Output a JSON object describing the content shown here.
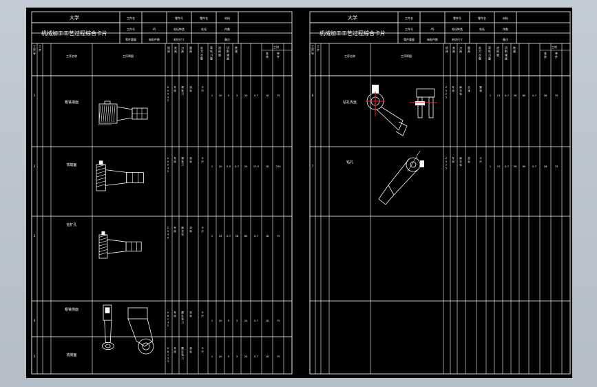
{
  "app": {
    "name": "AutoCAD drawing viewer",
    "background_color": "#b9c2cc",
    "canvas_color": "#000000",
    "line_color": "#ffffff",
    "red_mark_color": "#ff2020"
  },
  "left_sheet": {
    "header": {
      "university": "大学",
      "title": "机械加工工艺过程综合卡片",
      "cells_row1": [
        "工件名",
        "零件号",
        "零件名",
        "材料"
      ],
      "cells_row2": [
        "工件号",
        "45",
        "毛坯种类",
        "毛坯",
        "件数"
      ],
      "cells_row3": [
        "零件重量",
        "每批件数",
        "毛坯尺寸",
        "备注"
      ]
    },
    "columns": [
      "工序号",
      "工步",
      "工序名称",
      "工序简图",
      "机床",
      "夹具",
      "刀具",
      "量具",
      "走刀次数",
      "背吃刀量",
      "进给量",
      "切削速度",
      "转速",
      "工时",
      "准终",
      "单件"
    ],
    "rows": [
      {
        "no": "1",
        "name": "粗铣端面",
        "tools": [
          "X5032",
          "专用",
          "端铣刀",
          "游标",
          "卡尺"
        ],
        "params": [
          "1",
          "10",
          "5",
          "3",
          "20",
          "0.7",
          "18",
          "75"
        ]
      },
      {
        "no": "2",
        "name": "铣端面",
        "tools": [
          "X5032",
          "专用",
          "端铣刀",
          "游标",
          "卡尺"
        ],
        "params": [
          "1",
          "10",
          "0.5",
          "0.7",
          "20",
          "13.5",
          "18",
          "250"
        ]
      },
      {
        "no": "3",
        "name": "钻扩孔",
        "tools": [
          "Z535",
          "专用",
          "麻花钻",
          "游标",
          "卡尺"
        ],
        "params": [
          "1",
          "15",
          "0.7",
          "28",
          "80",
          "0.7",
          "18",
          "75"
        ]
      },
      {
        "no": "4",
        "name": "粗铣侧面",
        "tools": [
          "X6132",
          "专用",
          "圆柱铣刀",
          "游标",
          "卡尺"
        ],
        "params": [
          "1",
          "10",
          "5",
          "3",
          "20",
          "0.7",
          "18",
          "75"
        ]
      },
      {
        "no": "5",
        "name": "铣侧面",
        "tools": [
          "X6132",
          "专用",
          "圆柱铣刀",
          "游标",
          "卡尺"
        ],
        "params": [
          "1",
          "10",
          "5",
          "3",
          "20",
          "0.7",
          "18",
          "75"
        ]
      }
    ]
  },
  "right_sheet": {
    "header": {
      "university": "大学",
      "title": "机械加工工艺过程综合卡片",
      "cells_row1": [
        "工件名",
        "零件号",
        "零件名",
        "材料"
      ],
      "cells_row2": [
        "工件号",
        "45",
        "毛坯种类",
        "毛坯",
        "件数"
      ],
      "cells_row3": [
        "零件重量",
        "每批件数",
        "毛坯尺寸",
        "备注"
      ]
    },
    "rows": [
      {
        "no": "6",
        "name": "钻孔攻丝",
        "tools": [
          "Z525",
          "专用",
          "麻花钻",
          "丝锥",
          "塞规"
        ],
        "params": [
          "1",
          "15",
          "0.7",
          "28",
          "80",
          "0.7",
          "18",
          "75"
        ]
      },
      {
        "no": "7",
        "name": "钻孔",
        "tools": [
          "Z525",
          "专用",
          "麻花钻",
          "游标",
          "卡尺"
        ],
        "params": [
          "1",
          "15",
          "0.7",
          "28",
          "80",
          "0.7",
          "18",
          "75"
        ]
      }
    ]
  }
}
